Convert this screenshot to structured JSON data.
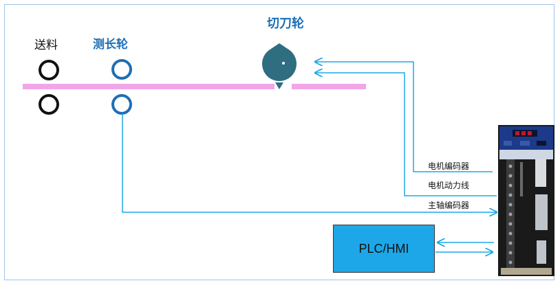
{
  "labels": {
    "feed": "送料",
    "measure_wheel": "测长轮",
    "cutter_wheel": "切刀轮"
  },
  "signals": {
    "motor_encoder": "电机编码器",
    "motor_power": "电机动力线",
    "spindle_encoder": "主轴编码器"
  },
  "controller": {
    "label": "PLC/HMI"
  },
  "colors": {
    "material": "#f2a6e8",
    "wire": "#1da7e8",
    "measure": "#1e6fb5",
    "cutter": "#2f6e80",
    "frame": "#9ec3e6"
  }
}
